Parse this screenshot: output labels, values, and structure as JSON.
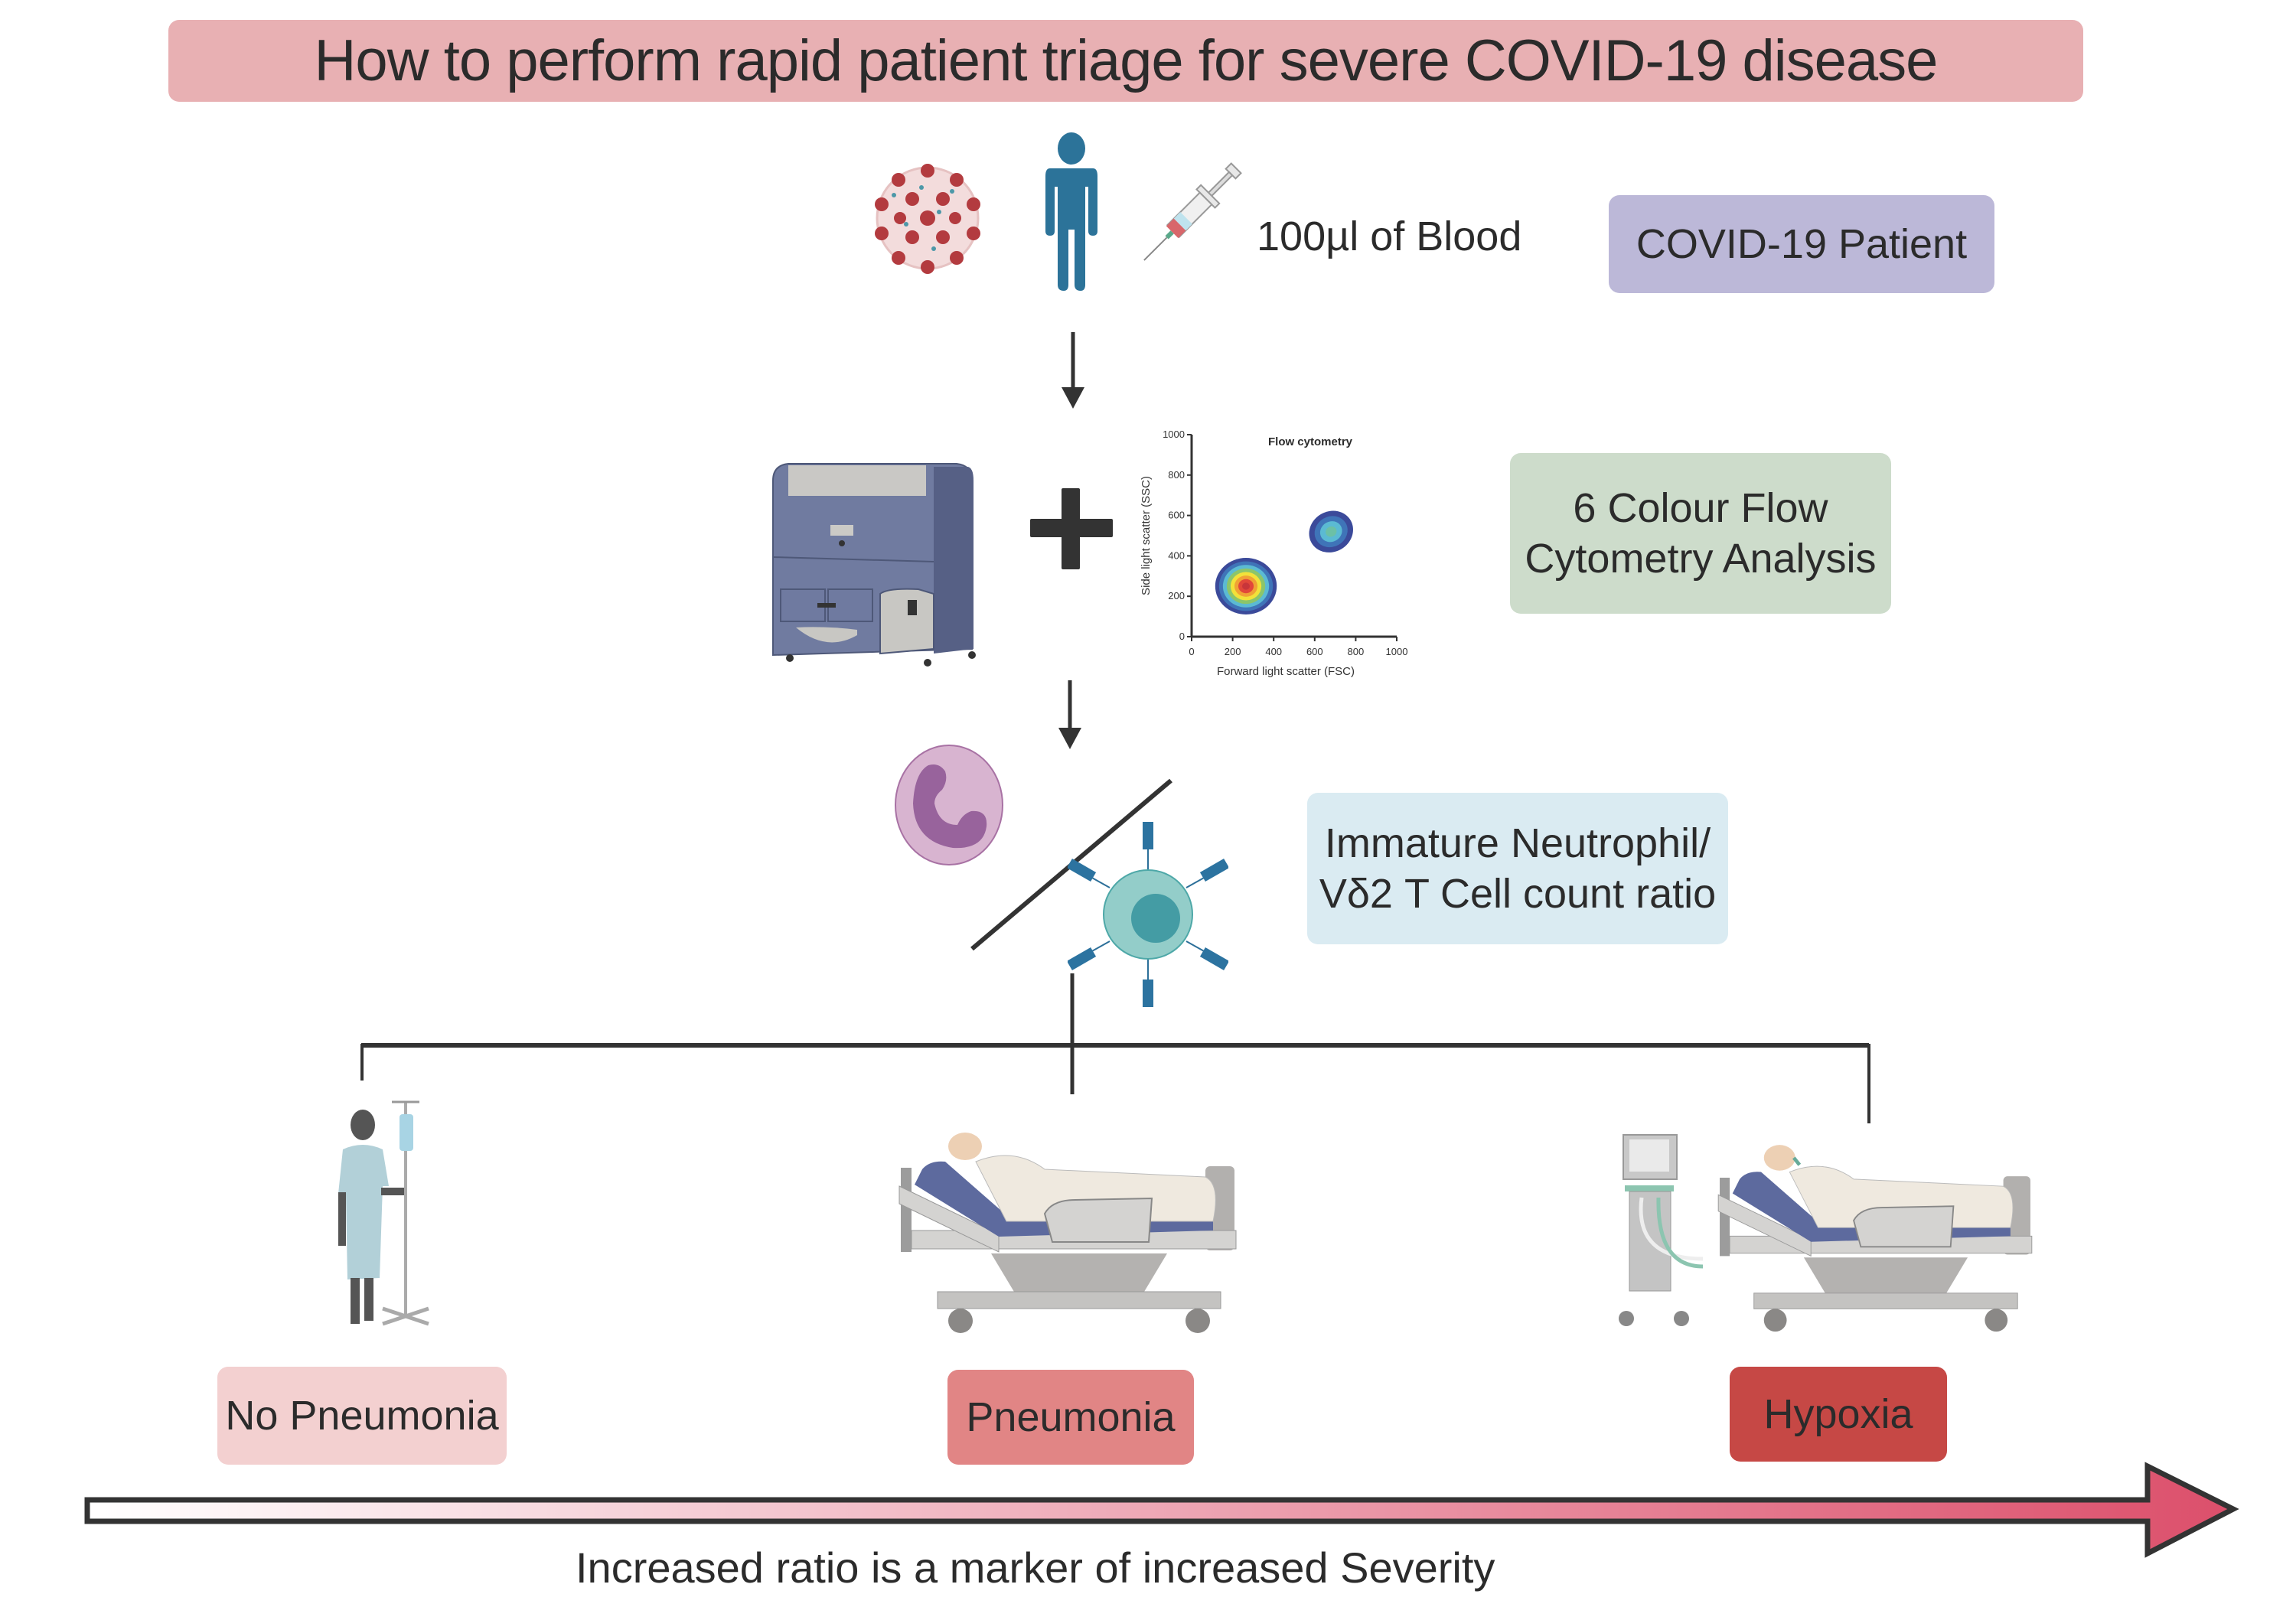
{
  "title": "How to perform rapid patient triage for severe COVID-19 disease",
  "step1": {
    "blood_label": "100µl of Blood",
    "box_label": "COVID-19 Patient",
    "box_color": "#bcb8d8",
    "icons": [
      "coronavirus-icon",
      "person-icon",
      "syringe-icon"
    ]
  },
  "step2": {
    "box_line1": "6 Colour Flow",
    "box_line2": "Cytometry Analysis",
    "box_color": "#cddccb",
    "icons": [
      "flow-cytometer-machine-icon",
      "plus-icon"
    ]
  },
  "chart_data": {
    "type": "scatter",
    "title": "Flow cytometry",
    "xlabel": "Forward light scatter (FSC)",
    "ylabel": "Side light scatter (SSC)",
    "xlim": [
      0,
      1000
    ],
    "ylim": [
      0,
      1000
    ],
    "xticks": [
      "0",
      "200",
      "400",
      "600",
      "800",
      "1000"
    ],
    "yticks": [
      "0",
      "200",
      "400",
      "600",
      "800",
      "1000"
    ],
    "series": [
      {
        "name": "population-1",
        "center": [
          265,
          250
        ],
        "spread": [
          150,
          140
        ],
        "peak_color": "#c8353a"
      },
      {
        "name": "population-2",
        "center": [
          680,
          520
        ],
        "spread": [
          110,
          100
        ],
        "peak_color": "#6cc0a6"
      }
    ],
    "density_colors": [
      "#3b4a9a",
      "#3f74b8",
      "#5bbad3",
      "#8cc56a",
      "#f2e13a",
      "#f0a235",
      "#e2473a",
      "#c8353a"
    ],
    "grid": false
  },
  "step3": {
    "box_line1": "Immature Neutrophil/",
    "box_line2": "Vδ2 T Cell count ratio",
    "box_color": "#daebf2",
    "icons": [
      "neutrophil-cell-icon",
      "t-cell-icon"
    ]
  },
  "outcomes": [
    {
      "label": "No Pneumonia",
      "color": "#f3d0d0",
      "icon": "standing-patient-iv-icon"
    },
    {
      "label": "Pneumonia",
      "color": "#e18585",
      "icon": "hospital-bed-patient-icon"
    },
    {
      "label": "Hypoxia",
      "color": "#c64845",
      "icon": "ventilated-patient-icon"
    }
  ],
  "severity": {
    "caption": "Increased ratio is a marker of increased Severity",
    "gradient_start": "#ffffff",
    "gradient_end": "#dc4f6b"
  }
}
